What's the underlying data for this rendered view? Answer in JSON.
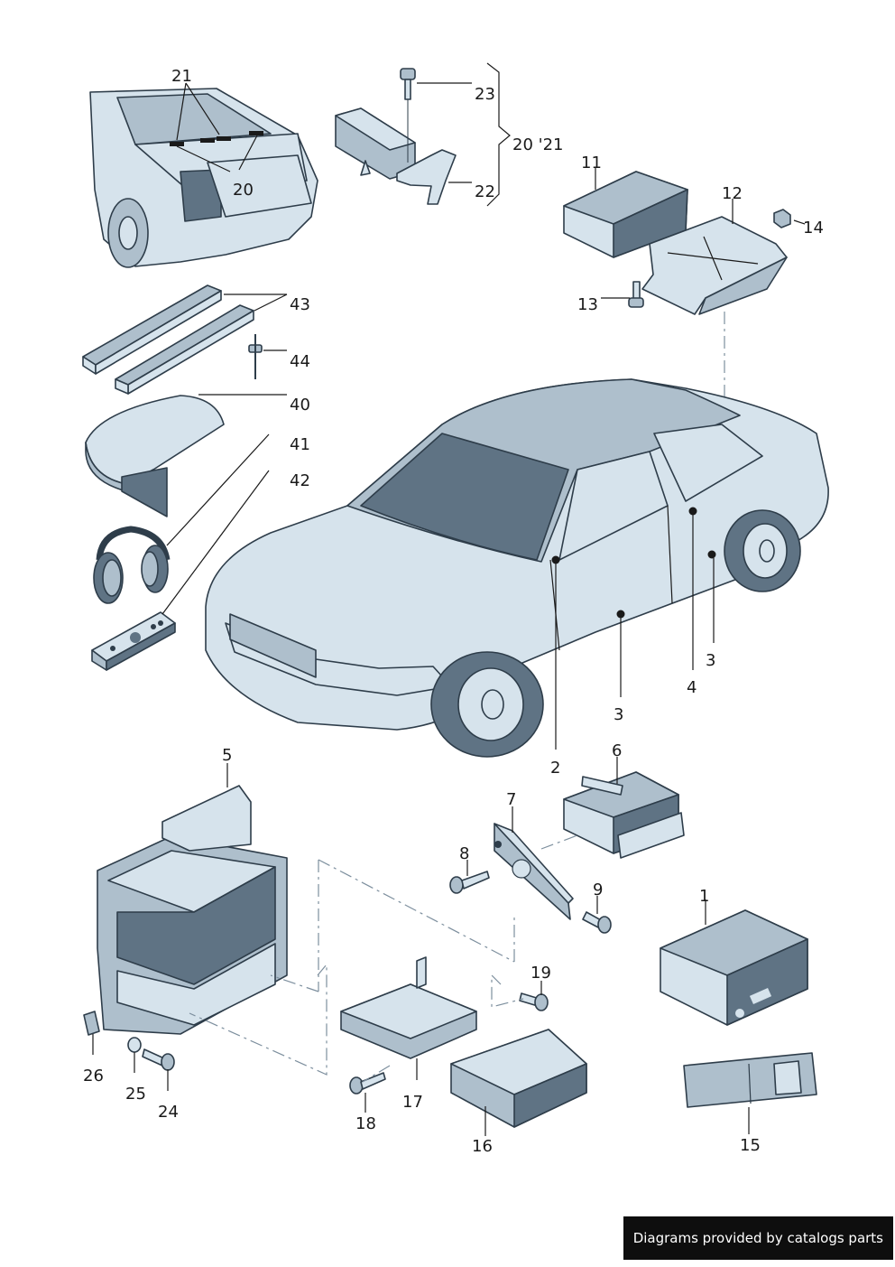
{
  "diagram": {
    "callouts": {
      "c1": "1",
      "c2": "2",
      "c3a": "3",
      "c3b": "3",
      "c4": "4",
      "c5": "5",
      "c6": "6",
      "c7": "7",
      "c8": "8",
      "c9": "9",
      "c11": "11",
      "c12": "12",
      "c13": "13",
      "c14": "14",
      "c15": "15",
      "c16": "16",
      "c17": "17",
      "c18": "18",
      "c19": "19",
      "c20": "20",
      "c20_21": "20 '21",
      "c21": "21",
      "c22": "22",
      "c23": "23",
      "c24": "24",
      "c25": "25",
      "c26": "26",
      "c40": "40",
      "c41": "41",
      "c42": "42",
      "c43": "43",
      "c44": "44"
    }
  },
  "footer": {
    "credit": "Diagrams provided by catalogs parts"
  }
}
